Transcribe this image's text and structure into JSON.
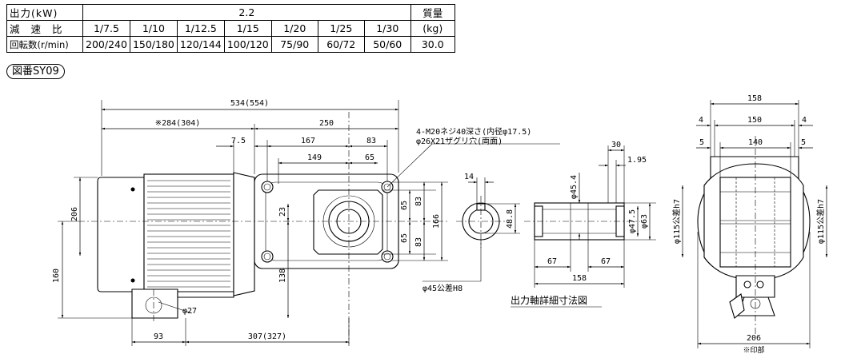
{
  "spec_table": {
    "output_label": "出力(kW)",
    "output_value": "2.2",
    "ratio_label": "減速比",
    "ratios": [
      "1/7.5",
      "1/10",
      "1/12.5",
      "1/15",
      "1/20",
      "1/25",
      "1/30"
    ],
    "speed_label": "回転数(r/min)",
    "speeds": [
      "200/240",
      "150/180",
      "120/144",
      "100/120",
      "75/90",
      "60/72",
      "50/60"
    ],
    "mass_label": "質量",
    "mass_unit": "(kg)",
    "mass_value": "30.0"
  },
  "figure_label": "図番SY09",
  "dims": {
    "total_length": "534(554)",
    "motor_length": "※284(304)",
    "gear_length": "250",
    "d7_5": "7.5",
    "d167": "167",
    "d83_top": "83",
    "d149": "149",
    "d65_top": "65",
    "height_206": "206",
    "height_160": "160",
    "d23": "23",
    "d138": "138",
    "d65_r1": "65",
    "d65_r2": "65",
    "d83_r1": "83",
    "d83_r2": "83",
    "d166": "166",
    "d93": "93",
    "d307": "307(327)",
    "phi27": "φ27",
    "note_line1": "4-M20ネジ40深さ(内径φ17.5)",
    "note_line2": "φ26X21ザグリ穴(両面)",
    "key14": "14",
    "d48_8": "48.8",
    "phi45_4": "φ45.4",
    "d30": "30",
    "d1_95": "1.95",
    "phi47_5": "φ47.5",
    "phi63": "φ63",
    "d67a": "67",
    "d67b": "67",
    "d158_shaft": "158",
    "bore": "φ45公差H8",
    "shaft_caption": "出力軸詳細寸法図",
    "d158_top": "158",
    "d150": "150",
    "d140": "140",
    "d4a": "4",
    "d4b": "4",
    "d5a": "5",
    "d5b": "5",
    "phi115_l": "φ115公差h7",
    "phi115_r": "φ115公差h7",
    "d206_bottom": "206",
    "note_mark": "※印部"
  }
}
